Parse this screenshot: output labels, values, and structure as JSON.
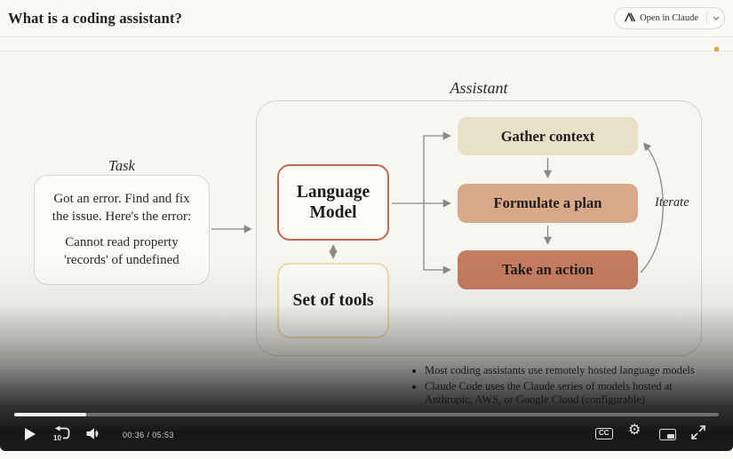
{
  "header": {
    "title": "What is a coding assistant?",
    "open_button": {
      "label": "Open in Claude"
    }
  },
  "slide": {
    "assistant_label": "Assistant",
    "task": {
      "label": "Task",
      "line1": "Got an error. Find and fix the issue. Here's the error:",
      "line2": "Cannot read property 'records' of undefined"
    },
    "nodes": {
      "language_model": "Language Model",
      "set_of_tools": "Set of tools",
      "gather_context": "Gather context",
      "formulate_plan": "Formulate a plan",
      "take_action": "Take an action"
    },
    "iterate_label": "Iterate",
    "bullets": [
      "Most coding assistants use remotely hosted language models",
      "Claude Code uses the Claude series of models hosted at Anthropic, AWS, or Google Cloud (configurable)"
    ]
  },
  "player": {
    "current_time": "00:36",
    "time_separator": "/",
    "duration": "05:53",
    "progress_percent": 10.2,
    "progress_style": "width:10.2%",
    "skip_seconds": "10",
    "cc_label": "CC",
    "gear_glyph": "⚙"
  },
  "colors": {
    "background": "#FAF9F5",
    "gather_bg": "#E8E0C7",
    "formulate_bg": "#D9A888",
    "action_bg": "#C67D61",
    "lm_border": "#BE6B52",
    "tools_border": "#EADFAE",
    "arrow": "#8B897F",
    "marker_orange": "#E9A63C"
  }
}
